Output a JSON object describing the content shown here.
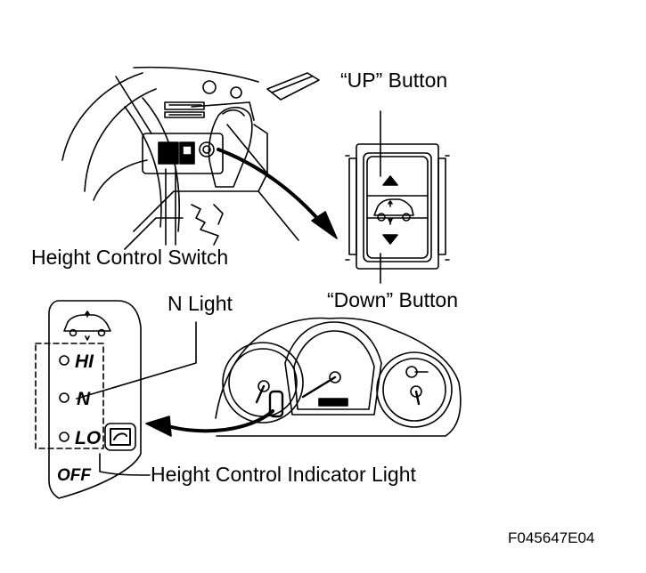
{
  "labels": {
    "up_button": "“UP” Button",
    "down_button": "“Down” Button",
    "height_control_switch": "Height Control Switch",
    "n_light": "N Light",
    "indicator_light": "Height Control Indicator Light",
    "figure_code": "F045647E04"
  },
  "indicator_panel": {
    "hi": "HI",
    "n": "N",
    "lo": "LO",
    "off": "OFF"
  },
  "colors": {
    "line": "#000000",
    "background": "#ffffff"
  }
}
